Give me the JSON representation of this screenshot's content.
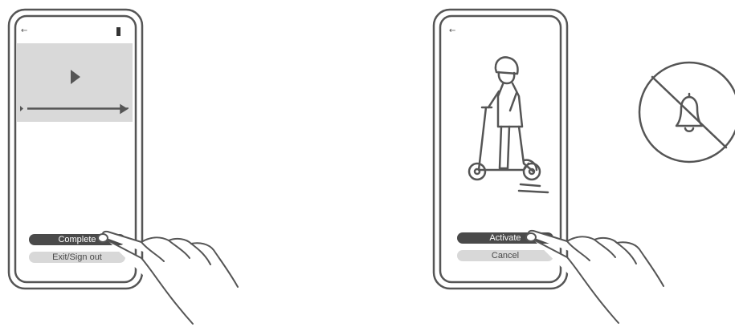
{
  "left_phone": {
    "back_icon": "←",
    "video_player": {
      "play_icon": "play-icon",
      "progress": 0.0
    },
    "primary_button": "Complete",
    "secondary_button": "Exit/Sign out"
  },
  "right_phone": {
    "back_icon": "←",
    "illustration": "scooter-rider-illustration",
    "primary_button": "Activate",
    "secondary_button": "Cancel"
  },
  "side_icon": "bell-slash-icon",
  "colors": {
    "line": "#555555",
    "video_bg": "#d9d9d9",
    "button_dark": "#4a4a4a",
    "button_light": "#d8d8d8"
  }
}
